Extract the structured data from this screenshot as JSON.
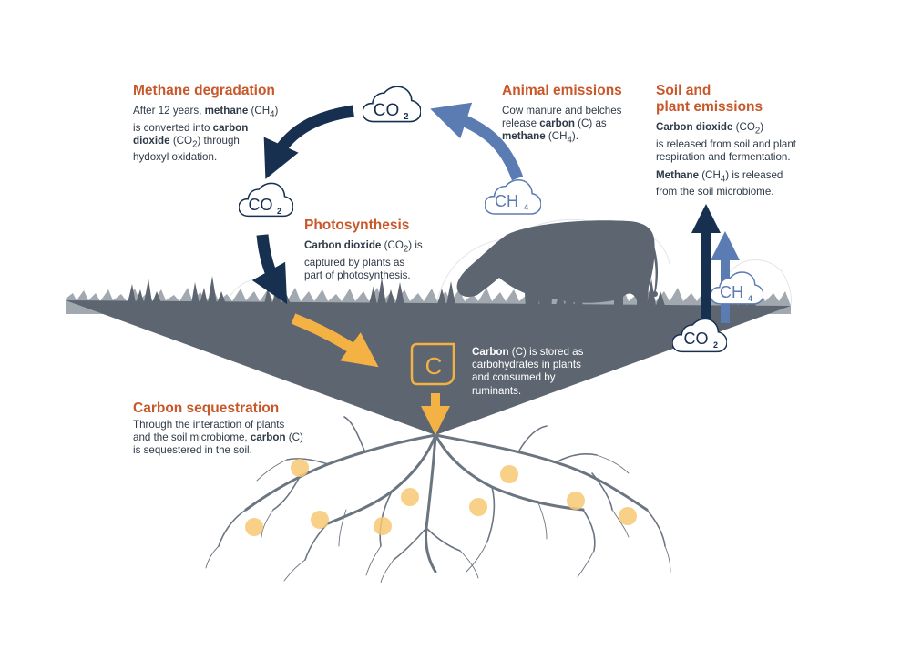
{
  "methane_degradation": {
    "title": "Methane degradation",
    "line1_pre": "After 12 years, ",
    "line1_bold": "methane",
    "line1_mid": " (CH",
    "line1_sub": "4",
    "line1_post": ")",
    "line2_pre": "is converted into ",
    "line2_bold": "carbon",
    "line3_bold": "dioxide",
    "line3_mid": " (CO",
    "line3_sub": "2",
    "line3_post": ") through",
    "line4": "hydoxyl oxidation."
  },
  "animal_emissions": {
    "title": "Animal emissions",
    "line1": "Cow manure and belches",
    "line2_pre": "release ",
    "line2_bold": "carbon",
    "line2_post": " (C) as",
    "line3_bold": "methane",
    "line3_mid": " (CH",
    "line3_sub": "4",
    "line3_post": ")."
  },
  "soil_plant_emissions": {
    "title_line1": "Soil and",
    "title_line2": "plant emissions",
    "p1_line1_bold": "Carbon dioxide",
    "p1_line1_mid": " (CO",
    "p1_line1_sub": "2",
    "p1_line1_post": ")",
    "p1_line2": "is released from soil and plant",
    "p1_line3": "respiration and fermentation.",
    "p2_line1_bold": "Methane",
    "p2_line1_mid": " (CH",
    "p2_line1_sub": "4",
    "p2_line1_post": ") is released",
    "p2_line2": "from the soil microbiome."
  },
  "photosynthesis": {
    "title": "Photosynthesis",
    "line1_bold": "Carbon dioxide",
    "line1_mid": " (CO",
    "line1_sub": "2",
    "line1_post": ") is",
    "line2": "captured by plants as",
    "line3": "part of photosynthesis."
  },
  "carbon_storage": {
    "line1_bold": "Carbon",
    "line1_post": " (C) is stored as",
    "line2": "carbohydrates in plants",
    "line3": "and consumed by",
    "line4": "ruminants."
  },
  "carbon_sequestration": {
    "title": "Carbon sequestration",
    "line1": "Through the interaction of plants",
    "line2_pre": "and the soil microbiome, ",
    "line2_bold": "carbon",
    "line2_post": " (C)",
    "line3": "is sequestered in the soil."
  },
  "clouds": {
    "co2_main": "CO",
    "co2_main_sub": "2",
    "co2_sub": "2",
    "ch4_main": "CH",
    "ch4_sub": "4",
    "carbon_symbol": "C"
  },
  "colors": {
    "navy": "#17304f",
    "blue": "#5b7bb3",
    "orange": "#f4b144",
    "heading": "#c8582a",
    "ground": "#5d6670",
    "text": "#2e3a47"
  },
  "icons": [
    "co2-cloud-icon",
    "ch4-cloud-icon",
    "carbon-badge-icon",
    "cow-silhouette",
    "root-system",
    "cycle-arrow-icon"
  ]
}
